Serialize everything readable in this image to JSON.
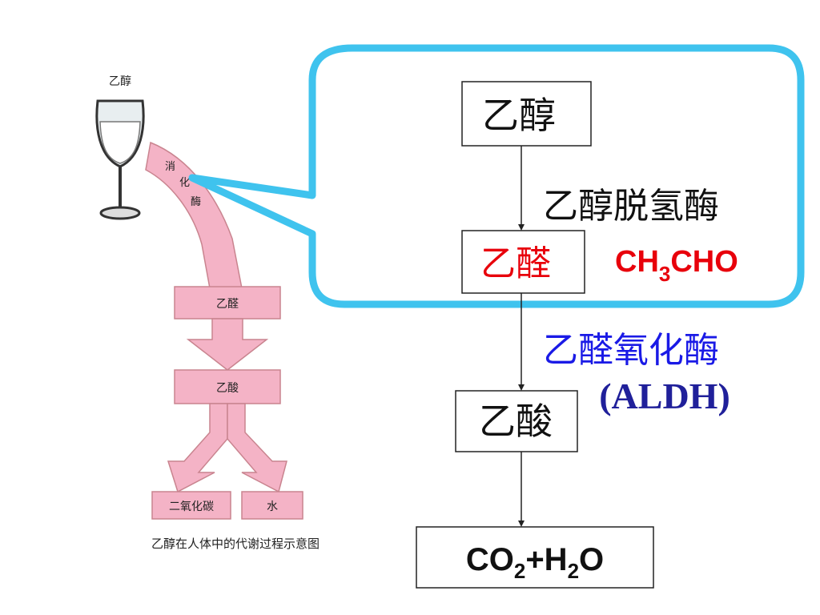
{
  "left_figure": {
    "glass_label": "乙醇",
    "enzyme_label": [
      "消",
      "化",
      "酶"
    ],
    "step1_label": "乙醛",
    "step2_label": "乙酸",
    "product1_label": "二氧化碳",
    "product2_label": "水",
    "caption": "乙醇在人体中的代谢过程示意图"
  },
  "flow": {
    "ethanol": "乙醇",
    "enzyme1": "乙醇脱氢酶",
    "acetaldehyde": "乙醛",
    "acetaldehyde_formula": {
      "a": "CH",
      "sub": "3",
      "b": "CHO"
    },
    "enzyme2": "乙醛氧化酶",
    "enzyme2_abbr": "(ALDH)",
    "acetic_acid": "乙酸",
    "final_product": {
      "a": "CO",
      "sub1": "2",
      "b": "+H",
      "sub2": "2",
      "c": "O"
    }
  },
  "colors": {
    "callout_border": "#3fc3ee",
    "arrow_pink": "#f4b3c6",
    "arrow_pink_stroke": "#c9848f",
    "acetaldehyde_red": "#e8000b",
    "enzyme2_blue": "#1a1ae6",
    "enzyme2_abbr_blue": "#20209a"
  }
}
